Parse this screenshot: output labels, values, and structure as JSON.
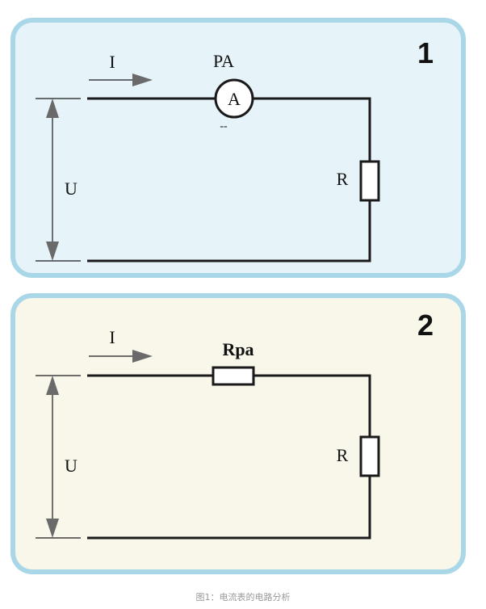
{
  "panels": [
    {
      "number": "1",
      "current_label": "I",
      "voltage_label": "U",
      "meter_label": "PA",
      "meter_symbol": "A",
      "meter_mark": "--",
      "resistor_label": "R",
      "fill": "#e6f3f8",
      "border": "#a9d7e8"
    },
    {
      "number": "2",
      "current_label": "I",
      "voltage_label": "U",
      "series_resistor_label": "Rpa",
      "resistor_label": "R",
      "fill": "#f8f7ea",
      "border": "#a9d7e8"
    }
  ],
  "caption": "图1：电流表的电路分析"
}
